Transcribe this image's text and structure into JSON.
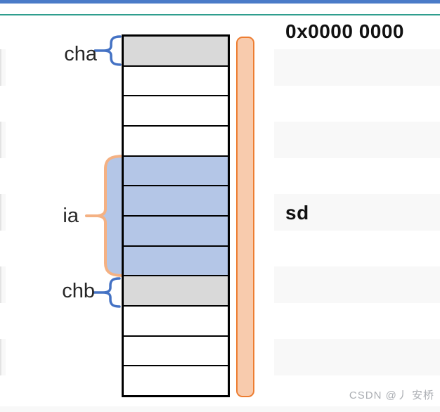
{
  "page": {
    "watermark": "CSDN @丿 安桥"
  },
  "memory": {
    "address_label": "0x0000 0000",
    "sd_label": "sd",
    "region_labels": {
      "cha": "cha",
      "ia": "ia",
      "chb": "chb"
    },
    "cells": [
      {
        "row": 1,
        "fill": "gray",
        "region": "cha"
      },
      {
        "row": 2,
        "fill": "white",
        "region": ""
      },
      {
        "row": 3,
        "fill": "white",
        "region": ""
      },
      {
        "row": 4,
        "fill": "white",
        "region": ""
      },
      {
        "row": 5,
        "fill": "blue",
        "region": "ia"
      },
      {
        "row": 6,
        "fill": "blue",
        "region": "ia"
      },
      {
        "row": 7,
        "fill": "blue",
        "region": "ia"
      },
      {
        "row": 8,
        "fill": "blue",
        "region": "ia"
      },
      {
        "row": 9,
        "fill": "gray",
        "region": "chb"
      },
      {
        "row": 10,
        "fill": "white",
        "region": ""
      },
      {
        "row": 11,
        "fill": "white",
        "region": ""
      },
      {
        "row": 12,
        "fill": "white",
        "region": ""
      }
    ]
  },
  "stripes": {
    "right_band_tops": [
      70,
      173,
      276,
      379,
      482
    ],
    "band_height": 52
  },
  "colors": {
    "background": "#FFFFFF",
    "top_bar": "#4A7BC8",
    "divider": "#2F9E8E",
    "gray": "#D9D9D9",
    "white": "#FFFFFF",
    "blue": "#B4C6E7",
    "cell_border": "#000000",
    "brace_blue": "#4472C4",
    "bracket_peach": "#F4B183",
    "bar_fill": "#F8CBAD",
    "bar_stroke": "#ED7D31",
    "stripe": "#F8F8F8",
    "label_text": "#262626",
    "strong_text": "#111111",
    "watermark_text": "#ABAEB3"
  }
}
